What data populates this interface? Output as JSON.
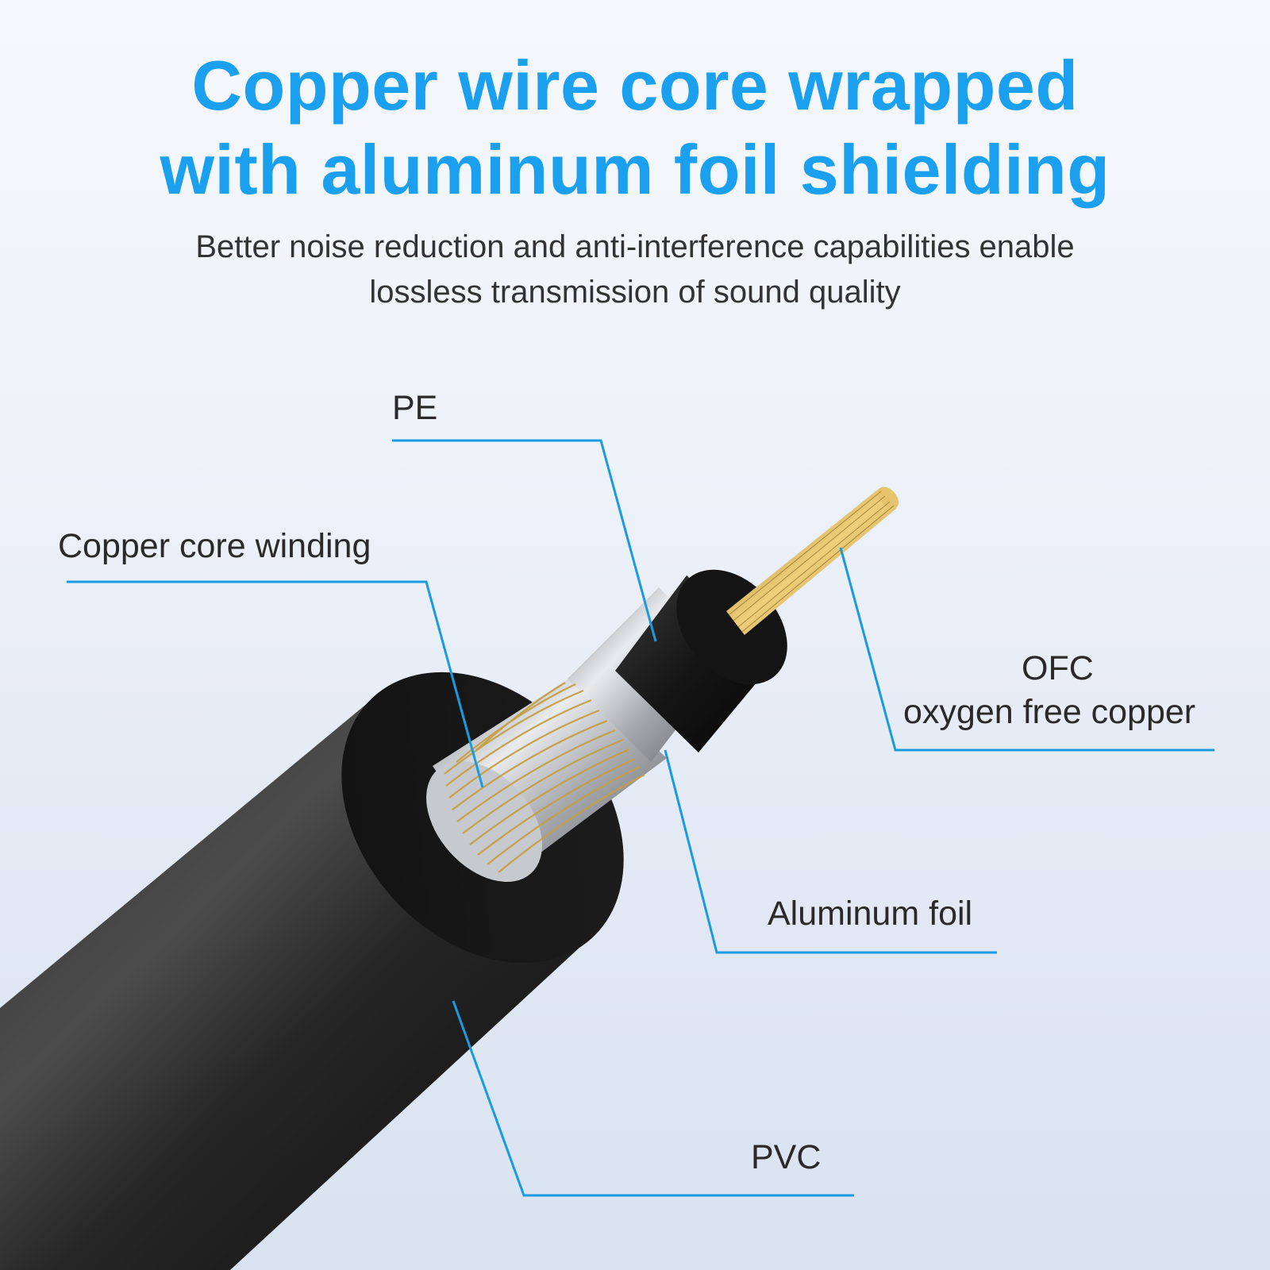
{
  "title": {
    "line1": "Copper wire core wrapped",
    "line2": "with aluminum foil shielding"
  },
  "subtitle": {
    "line1": "Better noise reduction and anti-interference capabilities enable",
    "line2": "lossless transmission of sound quality"
  },
  "labels": {
    "pe": "PE",
    "copper_core_winding": "Copper core winding",
    "ofc": "OFC",
    "ofc_sub": "oxygen free copper",
    "aluminum_foil": "Aluminum foil",
    "pvc": "PVC"
  },
  "colors": {
    "accent": "#1aa0ee",
    "leader_line": "#1a9be0",
    "jacket": "#1b1b1b",
    "copper": "#c9a24a",
    "foil": "#b9bcc0"
  }
}
